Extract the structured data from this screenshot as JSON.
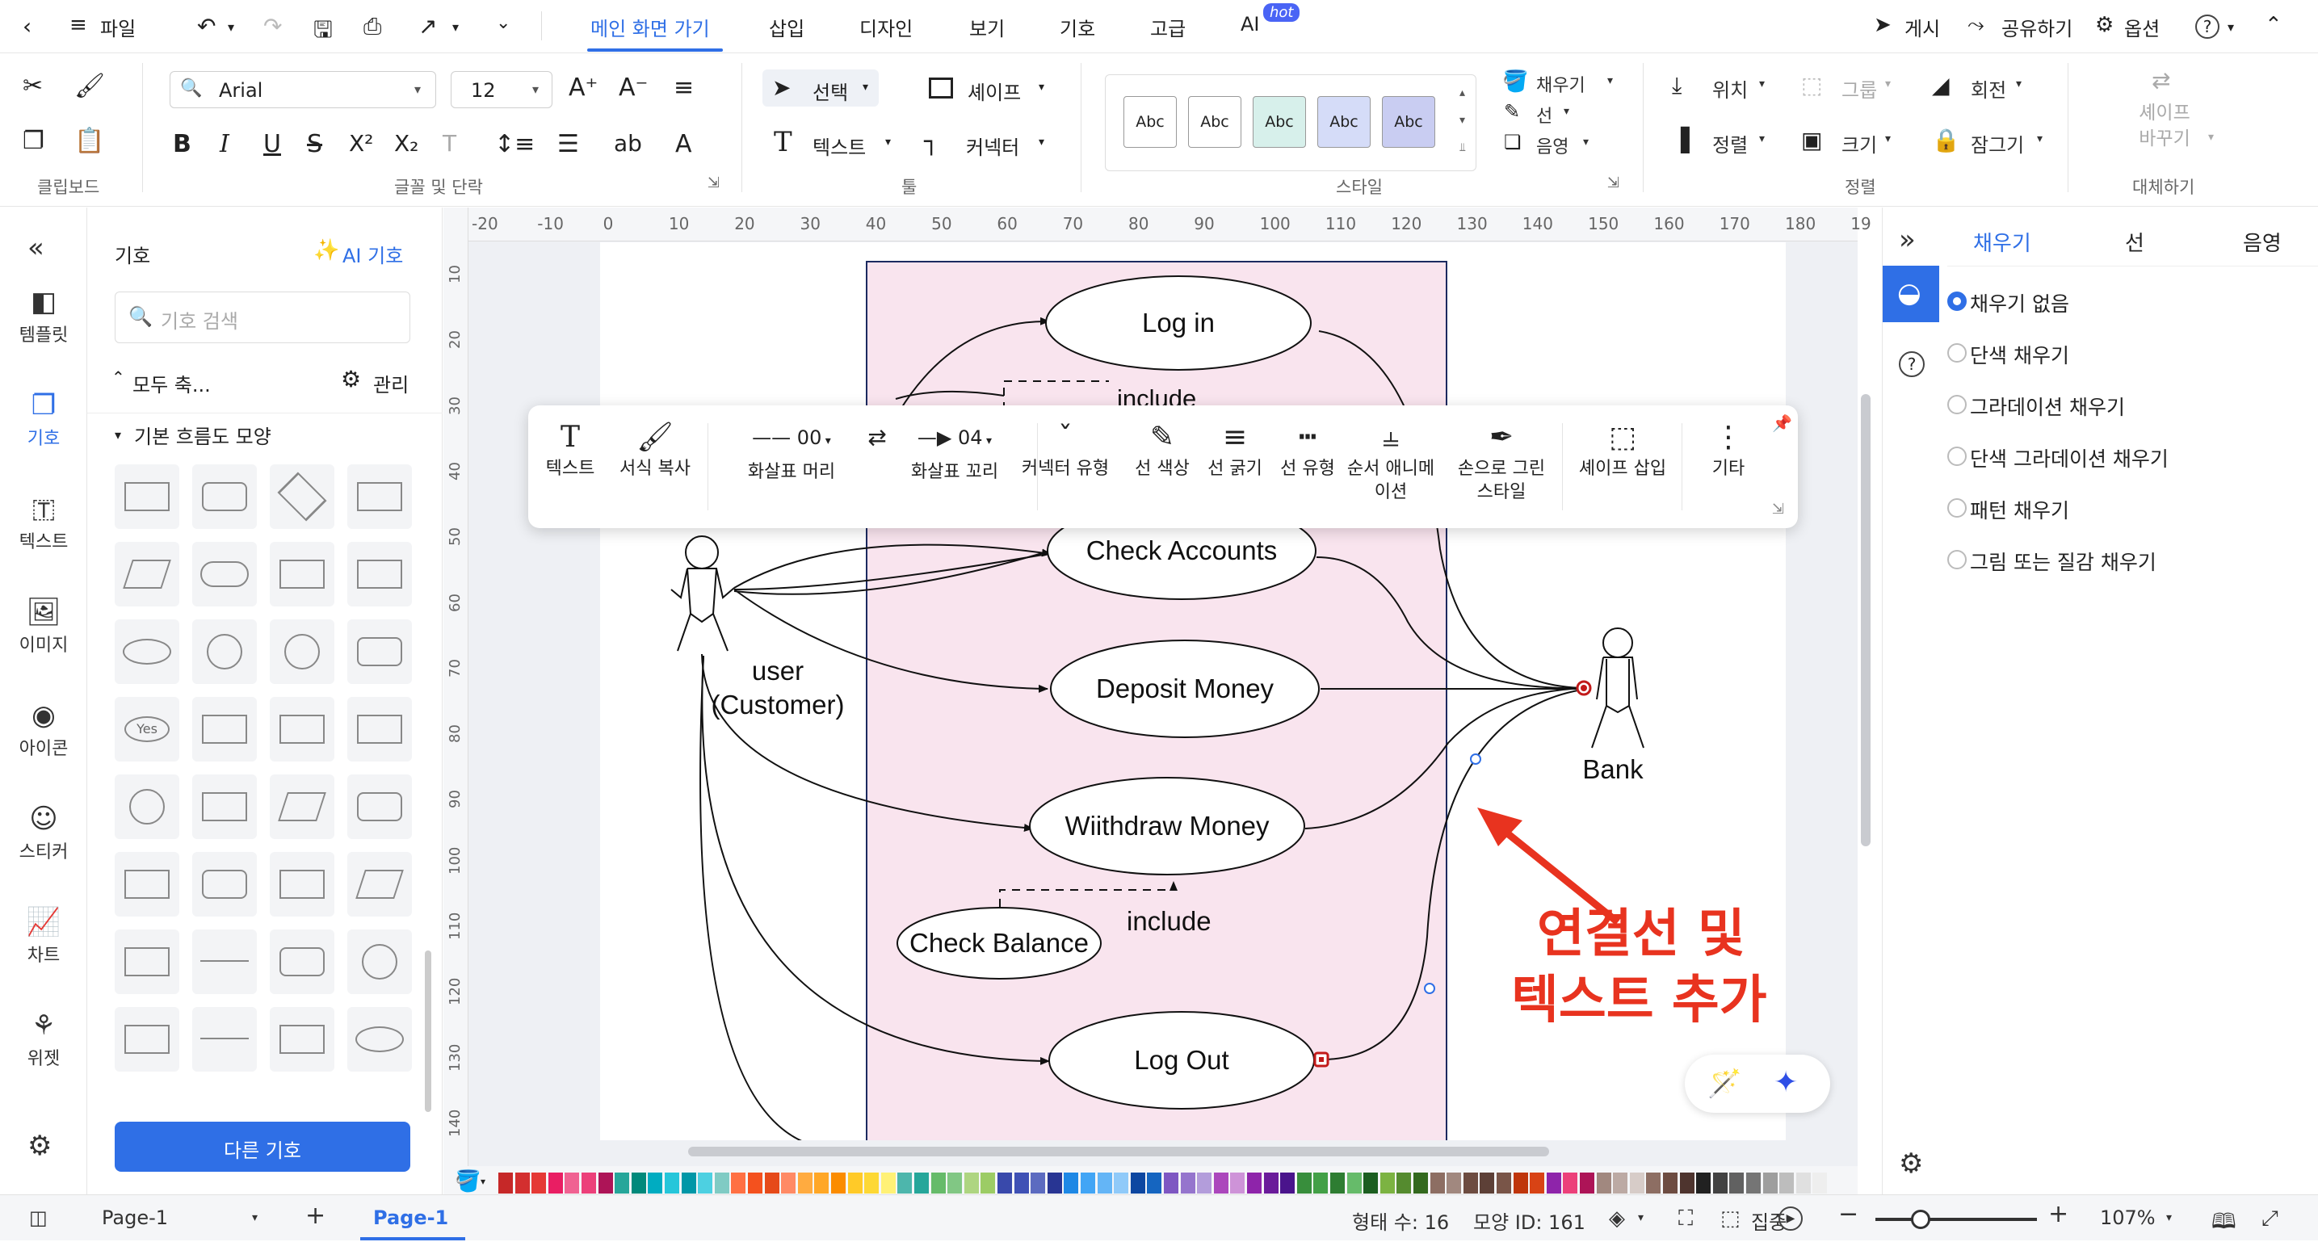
{
  "menubar": {
    "file": "파일",
    "tabs": [
      "메인 화면 가기",
      "삽입",
      "디자인",
      "보기",
      "기호",
      "고급",
      "AI"
    ],
    "hot_badge": "hot",
    "publish": "게시",
    "share": "공유하기",
    "options": "옵션",
    "help": "?"
  },
  "ribbon": {
    "font_family": "Arial",
    "font_size": "12",
    "select": "선택",
    "shape": "셰이프",
    "text": "텍스트",
    "connector": "커넥터",
    "swatch_labels": [
      "Abc",
      "Abc",
      "Abc",
      "Abc",
      "Abc"
    ],
    "fill": "채우기",
    "line": "선",
    "shadow": "음영",
    "position": "위치",
    "group": "그룹",
    "rotate": "회전",
    "align": "정렬",
    "size": "크기",
    "lock": "잠그기",
    "replace_shape": "셰이프 바꾸기",
    "groups": {
      "clipboard": "클립보드",
      "font_paragraph": "글꼴 및 단락",
      "tools": "툴",
      "style": "스타일",
      "arrange": "정렬",
      "replace": "대체하기"
    }
  },
  "leftnav": [
    "템플릿",
    "기호",
    "텍스트",
    "이미지",
    "아이콘",
    "스티커",
    "차트",
    "위젯"
  ],
  "symbols": {
    "title": "기호",
    "ai_symbols": "AI 기호",
    "search_placeholder": "기호 검색",
    "collapse_all": "모두 축...",
    "manage": "관리",
    "category": "기본 흐름도 모양",
    "yes_label": "Yes",
    "more_button": "다른 기호"
  },
  "ruler": {
    "top": [
      "-20",
      "-10",
      "0",
      "10",
      "20",
      "30",
      "40",
      "50",
      "60",
      "70",
      "80",
      "90",
      "100",
      "110",
      "120",
      "130",
      "140",
      "150",
      "160",
      "170",
      "180",
      "19"
    ],
    "left": [
      "10",
      "20",
      "30",
      "40",
      "50",
      "60",
      "70",
      "80",
      "90",
      "100",
      "110",
      "120",
      "130",
      "140"
    ]
  },
  "diagram": {
    "login": "Log in",
    "include_top": "include",
    "check_accounts": "Check Accounts",
    "deposit": "Deposit Money",
    "withdraw": "Wiithdraw Money",
    "check_balance": "Check Balance",
    "include": "include",
    "logout": "Log Out",
    "user": "user",
    "customer": "(Customer)",
    "bank": "Bank",
    "annotation_line1": "연결선 및",
    "annotation_line2": "텍스트 추가",
    "annotation_color": "#e8331f"
  },
  "floating_toolbar": {
    "text": "텍스트",
    "format_copy": "서식 복사",
    "arrow_head": "화살표 머리",
    "arrow_head_val": "00",
    "arrow_tail": "화살표 꼬리",
    "arrow_tail_val": "04",
    "connector_type": "커넥터 유형",
    "line_color": "선 색상",
    "line_width": "선 굵기",
    "line_type": "선 유형",
    "anim_1": "순서 애니메",
    "anim_2": "이션",
    "hand_1": "손으로 그린",
    "hand_2": "스타일",
    "insert_shape": "셰이프 삽입",
    "more": "기타"
  },
  "rightpanel": {
    "tabs": [
      "채우기",
      "선",
      "음영"
    ],
    "options": [
      "채우기 없음",
      "단색 채우기",
      "그라데이션 채우기",
      "단색 그라데이션 채우기",
      "패턴 채우기",
      "그림 또는 질감 채우기"
    ],
    "selected_index": 0
  },
  "palette": [
    "#c62828",
    "#d32f2f",
    "#e53935",
    "#e91e63",
    "#f06292",
    "#ec407a",
    "#ad1457",
    "#26a69a",
    "#00897b",
    "#00acc1",
    "#26c6da",
    "#0097a7",
    "#4dd0e1",
    "#80cbc4",
    "#ff7043",
    "#f4511e",
    "#e64a19",
    "#ff8a65",
    "#ffab40",
    "#ffa726",
    "#fb8c00",
    "#ffca28",
    "#fdd835",
    "#fff176",
    "#4db6ac",
    "#26a69a",
    "#66bb6a",
    "#81c784",
    "#aed581",
    "#9ccc65",
    "#3949ab",
    "#3f51b5",
    "#5c6bc0",
    "#283593",
    "#1e88e5",
    "#42a5f5",
    "#64b5f6",
    "#90caf9",
    "#0d47a1",
    "#1565c0",
    "#7e57c2",
    "#9575cd",
    "#b39ddb",
    "#ab47bc",
    "#ce93d8",
    "#8e24aa",
    "#6a1b9a",
    "#4a148c",
    "#388e3c",
    "#43a047",
    "#2e7d32",
    "#66bb6a",
    "#1b5e20",
    "#7cb342",
    "#558b2f",
    "#33691e",
    "#8d6e63",
    "#a1887f",
    "#6d4c41",
    "#5d4037",
    "#795548",
    "#bf360c",
    "#d84315",
    "#8e24aa",
    "#ec407a",
    "#ad1457",
    "#a1887f",
    "#bcaaa4",
    "#d7ccc8",
    "#8d6e63",
    "#6d4c41",
    "#4e342e",
    "#212121",
    "#424242",
    "#616161",
    "#757575",
    "#9e9e9e",
    "#bdbdbd",
    "#e0e0e0",
    "#eeeeee"
  ],
  "statusbar": {
    "page_select": "Page-1",
    "page_tab": "Page-1",
    "shape_count": "형태 수: 16",
    "shape_id": "모양 ID: 161",
    "focus": "집중",
    "zoom": "107%"
  }
}
